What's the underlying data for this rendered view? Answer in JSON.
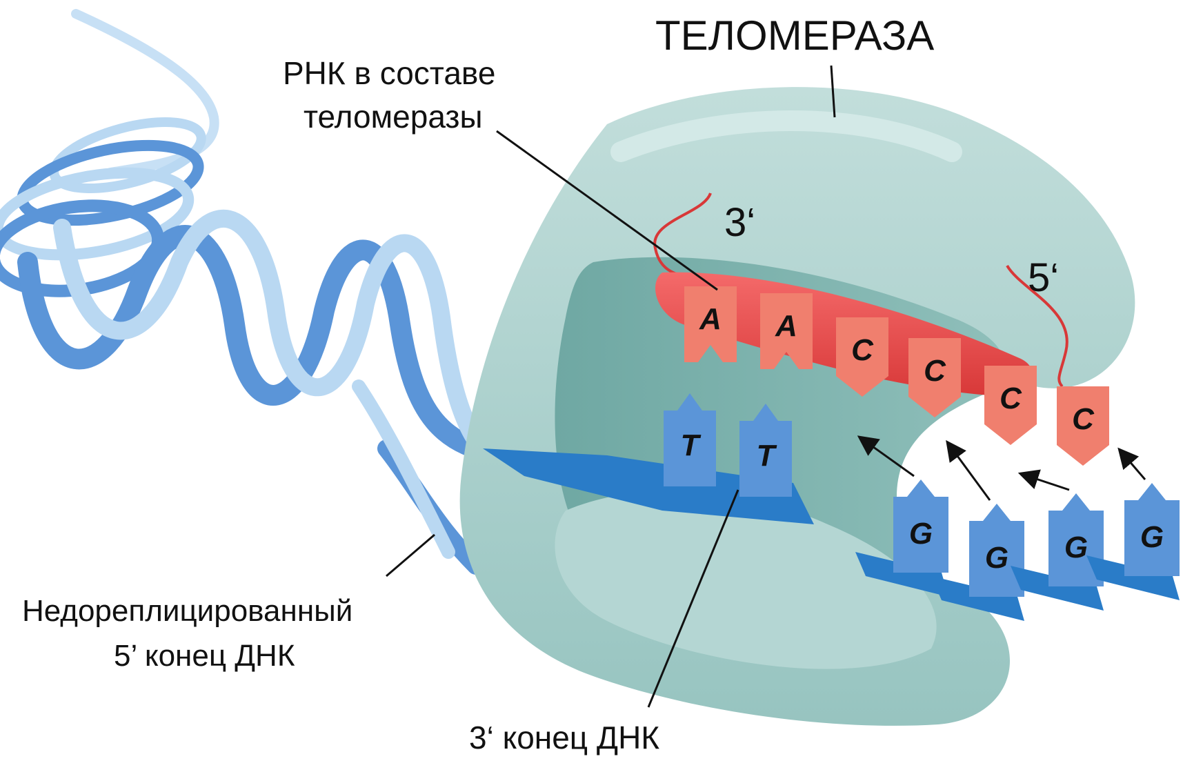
{
  "labels": {
    "title": "ТЕЛОМЕРАЗА",
    "rna_line1": "РНК в составе",
    "rna_line2": "теломеразы",
    "rna_3prime": "3‘",
    "rna_5prime": "5‘",
    "underrep_line1": "Недореплицированный",
    "underrep_line2": "5’ конец ДНК",
    "dna_3end": "3‘ конец ДНК"
  },
  "rna_bases": [
    "A",
    "A",
    "C",
    "C",
    "C",
    "C"
  ],
  "dna_paired_bases": [
    "T",
    "T"
  ],
  "dna_incoming_bases": [
    "G",
    "G",
    "G",
    "G"
  ],
  "colors": {
    "enzyme": "#a9cfcc",
    "enzyme_dark": "#7fb5b1",
    "rna": "#e64a4a",
    "rna_base": "#f07f6e",
    "dna": "#5b95d8",
    "dna_light": "#b9d8f2",
    "dna_backbone": "#2a7cc8"
  }
}
